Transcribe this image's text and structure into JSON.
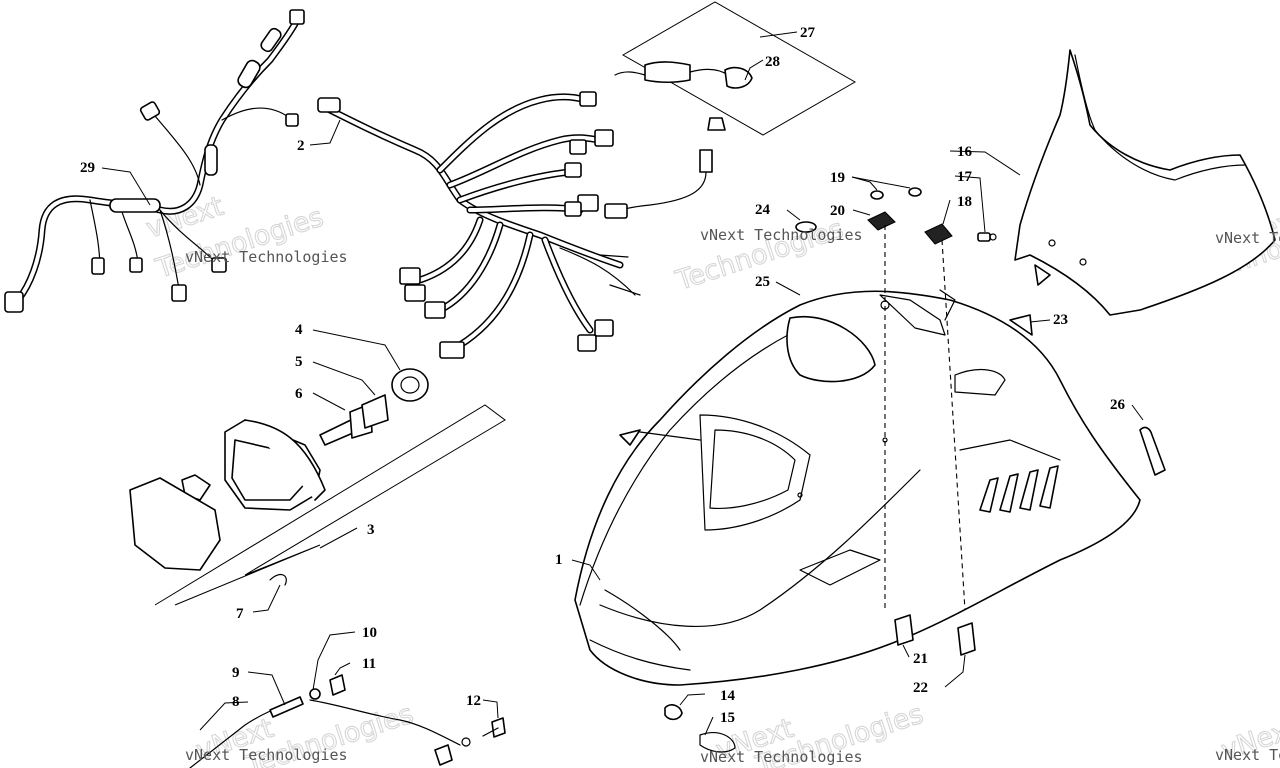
{
  "watermark": {
    "text": "vNext Technologies",
    "line1": "vNext",
    "line2": "Technologies"
  },
  "callouts": [
    "1",
    "2",
    "3",
    "4",
    "5",
    "6",
    "7",
    "8",
    "9",
    "10",
    "11",
    "12",
    "14",
    "15",
    "16",
    "17",
    "18",
    "19",
    "20",
    "21",
    "22",
    "23",
    "24",
    "25",
    "26",
    "27",
    "28",
    "29"
  ]
}
